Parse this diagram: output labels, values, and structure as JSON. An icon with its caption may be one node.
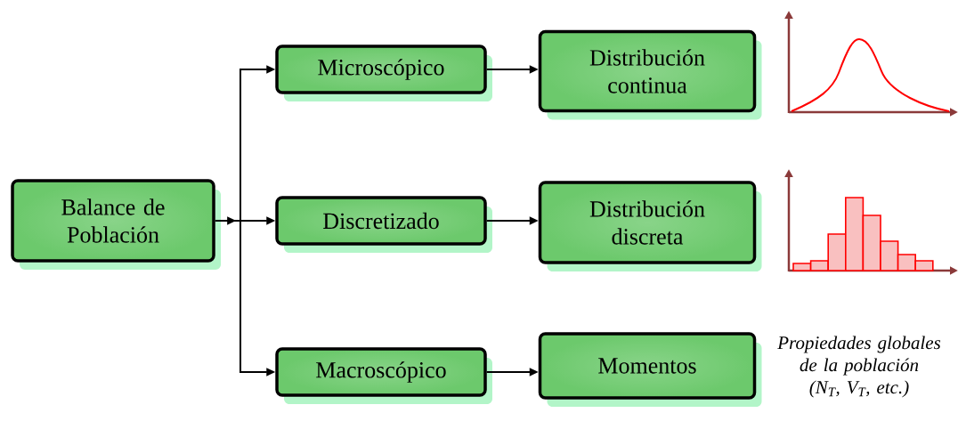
{
  "diagram": {
    "nodes": [
      {
        "text": [
          "Balance de Población"
        ]
      },
      {
        "text": [
          "Microscópico"
        ]
      },
      {
        "text": [
          "Discretizado"
        ]
      },
      {
        "text": [
          "Macroscópico"
        ]
      },
      {
        "text": [
          "Distribución continua"
        ]
      },
      {
        "text": [
          "Distribución discreta"
        ]
      },
      {
        "text": [
          "Momentos"
        ]
      }
    ],
    "edges": [
      {
        "from": 0,
        "to": 1,
        "arrow": "to"
      },
      {
        "from": 0,
        "to": 2,
        "arrow": "to"
      },
      {
        "from": 0,
        "to": 3,
        "arrow": "to"
      },
      {
        "from": 1,
        "to": 4,
        "arrow": "to"
      },
      {
        "from": 2,
        "to": 5,
        "arrow": "to"
      },
      {
        "from": 3,
        "to": 6,
        "arrow": "to"
      }
    ],
    "labels": [
      "Propiedades globales de la población (N$_{T}$, V$_{T}$, etc.)"
    ]
  }
}
